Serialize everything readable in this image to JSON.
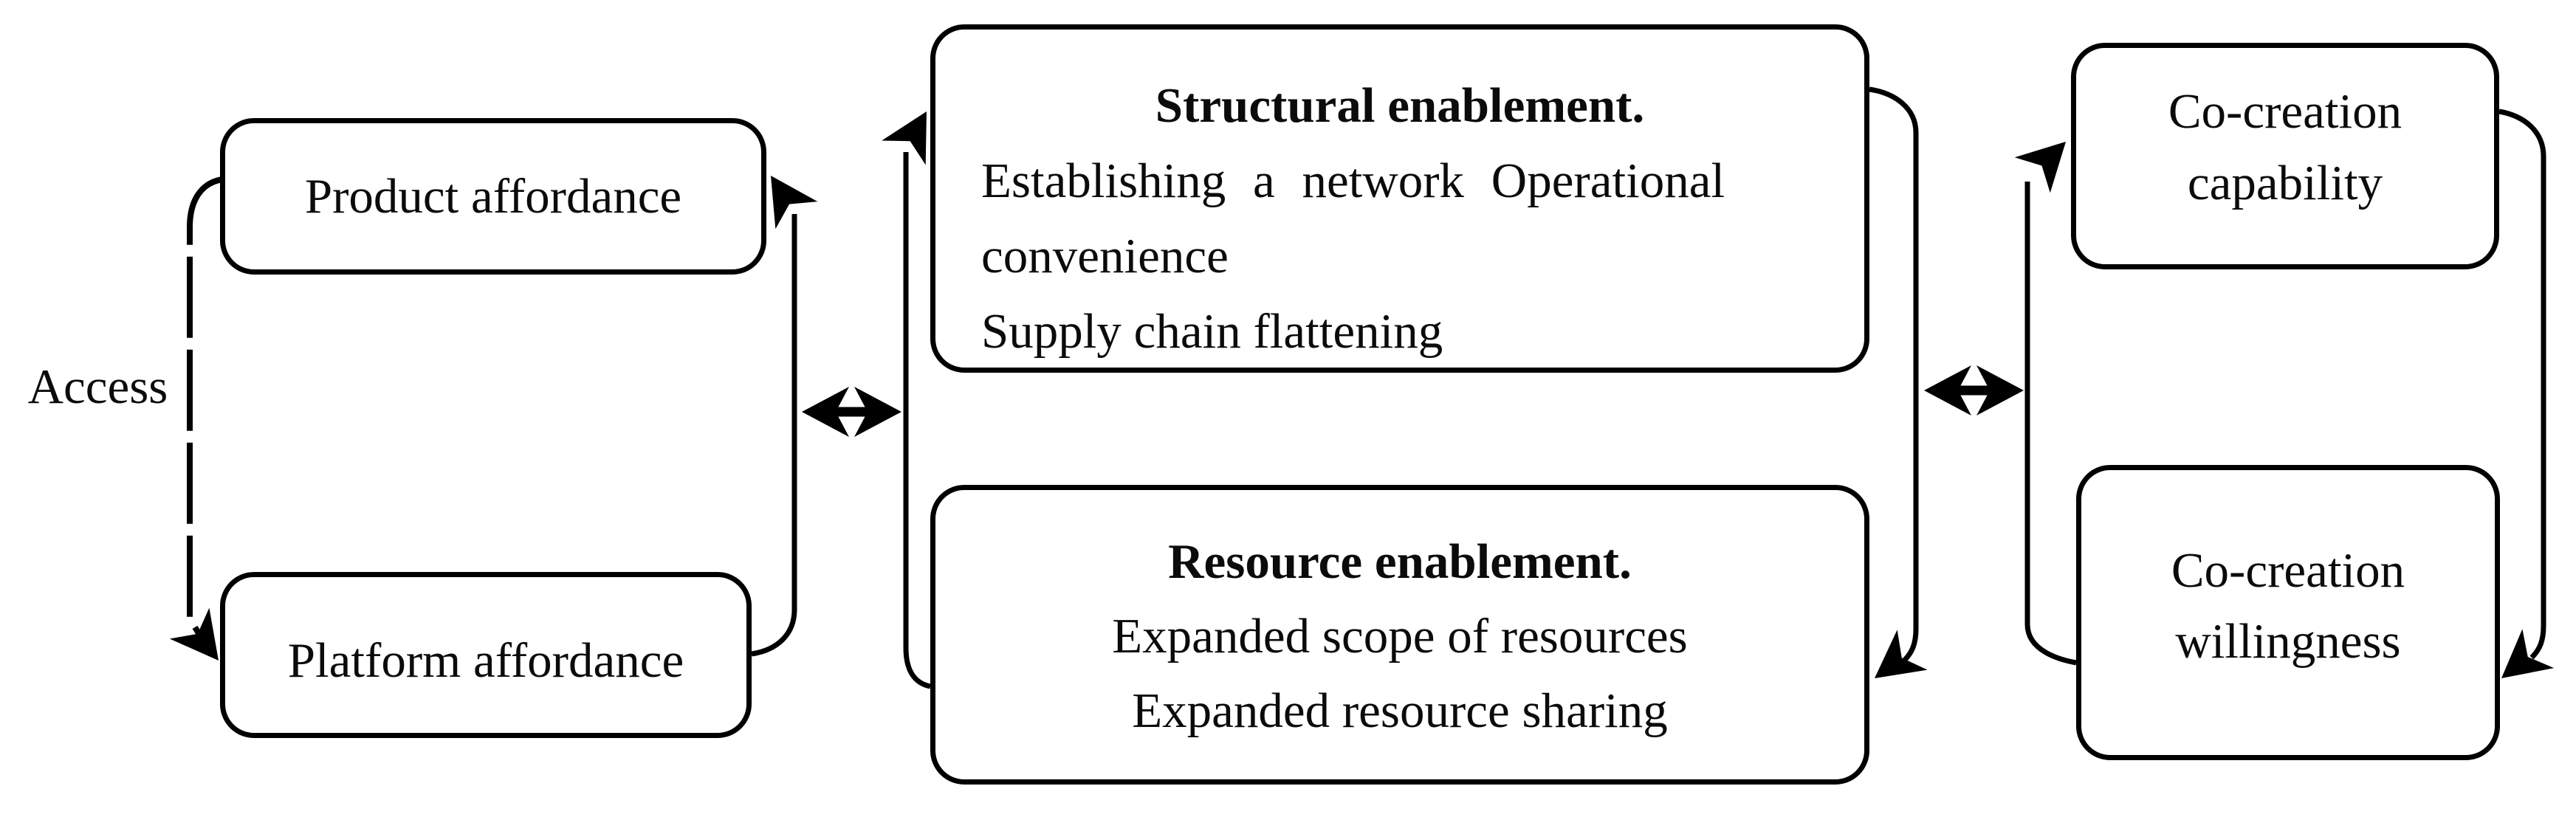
{
  "canvas": {
    "background_color": "#ffffff",
    "line_color": "#000000",
    "text_color": "#0b0b0b"
  },
  "left_group": {
    "access_label": "Access",
    "product_box": {
      "label": "Product affordance"
    },
    "platform_box": {
      "label": "Platform affordance"
    }
  },
  "middle_group": {
    "structural_box": {
      "title": "Structural enablement.",
      "lines": [
        "Establishing a network Operational",
        "convenience",
        "Supply chain flattening"
      ]
    },
    "resource_box": {
      "title": "Resource enablement.",
      "lines": [
        "Expanded scope of resources",
        "Expanded resource sharing"
      ]
    }
  },
  "right_group": {
    "capability_box": {
      "line1": "Co-creation",
      "line2": "capability"
    },
    "willingness_box": {
      "line1": "Co-creation",
      "line2": "willingness"
    }
  }
}
